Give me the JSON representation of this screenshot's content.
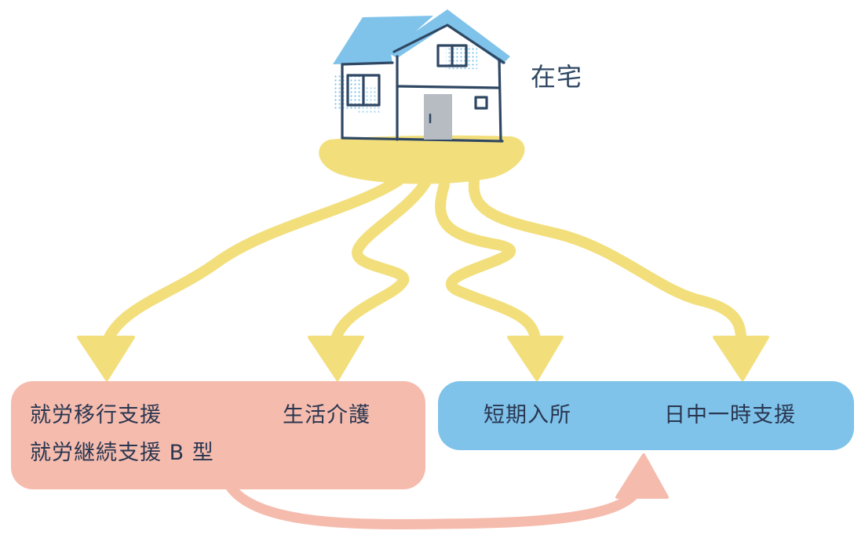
{
  "colors": {
    "flow_yellow": "#f2df7c",
    "care_box_pink": "#f5bcae",
    "respite_box_blue": "#7fc3ea",
    "roof_blue": "#7fc3ea",
    "outline_navy": "#2f4763",
    "door_gray": "#b7bcc3",
    "text_dark": "#2a3650"
  },
  "icons": {
    "house": "house-icon"
  },
  "home": {
    "label": "在宅"
  },
  "services": {
    "employment_transition": "就労移行支援",
    "employment_continuation_b": "就労継続支援 B 型",
    "life_care": "生活介護",
    "short_stay": "短期入所",
    "daytime_temporary_support": "日中一時支援"
  }
}
